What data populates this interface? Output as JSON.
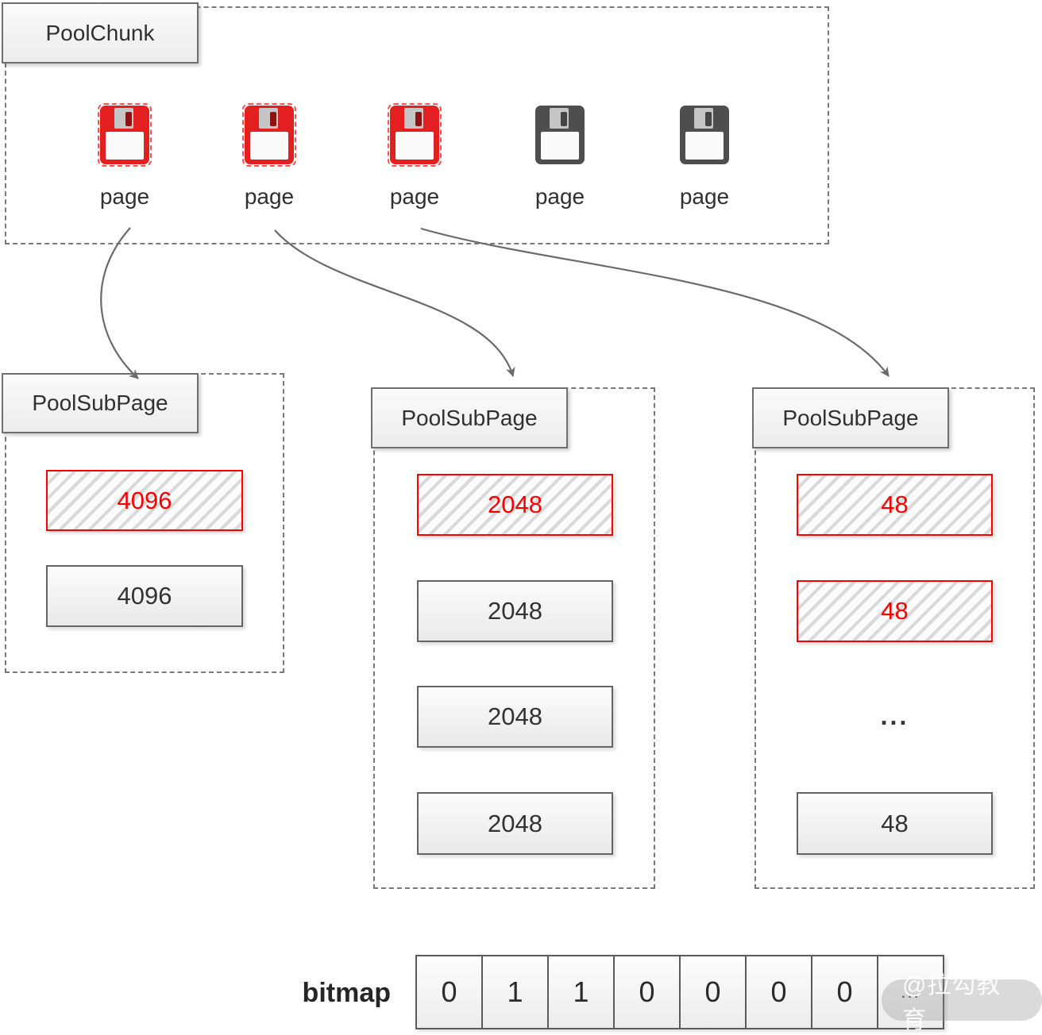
{
  "pool_chunk": {
    "title": "PoolChunk",
    "pages": [
      {
        "label": "page",
        "state": "allocated"
      },
      {
        "label": "page",
        "state": "allocated"
      },
      {
        "label": "page",
        "state": "allocated"
      },
      {
        "label": "page",
        "state": "free"
      },
      {
        "label": "page",
        "state": "free"
      }
    ]
  },
  "subpages": [
    {
      "title": "PoolSubPage",
      "blocks": [
        {
          "label": "4096",
          "allocated": true
        },
        {
          "label": "4096",
          "allocated": false
        }
      ]
    },
    {
      "title": "PoolSubPage",
      "blocks": [
        {
          "label": "2048",
          "allocated": true
        },
        {
          "label": "2048",
          "allocated": false
        },
        {
          "label": "2048",
          "allocated": false
        },
        {
          "label": "2048",
          "allocated": false
        }
      ]
    },
    {
      "title": "PoolSubPage",
      "blocks": [
        {
          "label": "48",
          "allocated": true
        },
        {
          "label": "48",
          "allocated": true
        },
        {
          "label": "...",
          "allocated": false,
          "ellipsis": true
        },
        {
          "label": "48",
          "allocated": false
        }
      ]
    }
  ],
  "bitmap": {
    "label": "bitmap",
    "cells": [
      "0",
      "1",
      "1",
      "0",
      "0",
      "0",
      "0",
      "..."
    ]
  },
  "watermark": {
    "text": "@拉勾教育"
  },
  "colors": {
    "accent": "#ff0000",
    "box_border": "#666666",
    "dash_border": "#7a7a7a",
    "arrow": "#6a6a6a",
    "floppy_red": "#e31f1f",
    "floppy_gray": "#4e4e4e",
    "floppy_stripe": "#85b2e6"
  }
}
